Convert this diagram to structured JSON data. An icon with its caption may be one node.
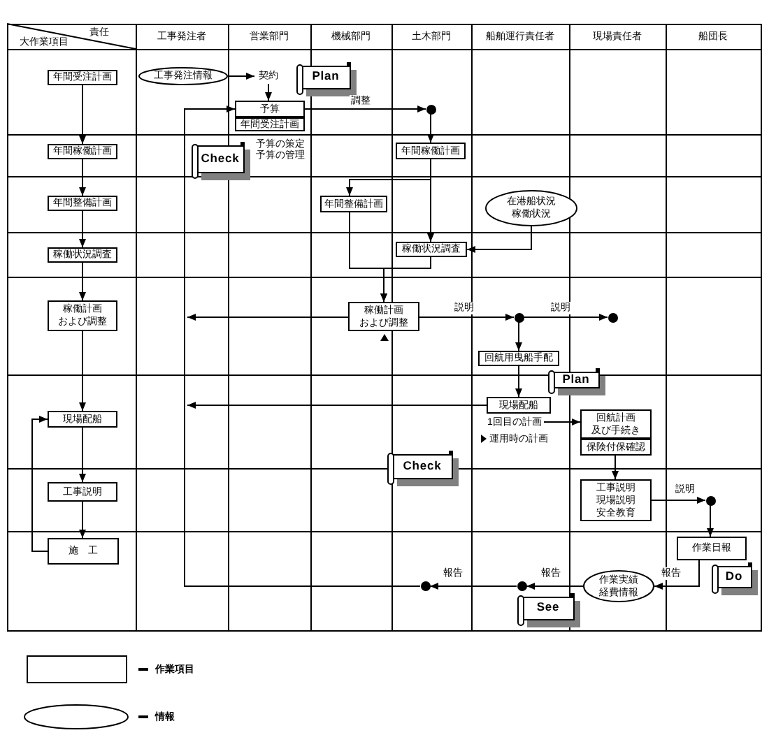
{
  "diagram": {
    "nodes": [
      {
        "text": [
          "年間受注計画"
        ]
      },
      {
        "text": [
          "工事発注情報"
        ]
      },
      {
        "text": [
          "契約"
        ]
      },
      {
        "text": [
          "Plan"
        ]
      },
      {
        "text": [
          "予算",
          "年間受注計画"
        ],
        "beside": [
          "予算の策定",
          "予算の管理"
        ]
      },
      {
        "text": [],
        "shape": "circle"
      },
      {
        "text": [
          "年間稼働計画"
        ]
      },
      {
        "text": [
          "Check"
        ]
      },
      {
        "text": [
          "年間稼働計画"
        ]
      },
      {
        "text": [
          "年間整備計画"
        ]
      },
      {
        "text": [
          "年間整備計画"
        ]
      },
      {
        "text": [
          "在港船状況稼働状況"
        ]
      },
      {
        "text": [
          "稼働状況調査"
        ]
      },
      {
        "text": [
          "稼働状況調査"
        ]
      },
      {
        "text": [
          "稼働計画および調整"
        ]
      },
      {
        "text": [
          "稼働計画および調整"
        ]
      },
      {
        "text": [],
        "shape": "circle"
      },
      {
        "text": [],
        "shape": "circle"
      },
      {
        "text": [
          "回航用曳船手配"
        ]
      },
      {
        "text": [
          "現場配船"
        ]
      },
      {
        "text": [
          "Plan"
        ]
      },
      {
        "text": [
          "現場配船"
        ]
      },
      {
        "text": [
          "1回目の計画"
        ]
      },
      {
        "text": [
          "回航計画及び手続き",
          "保険付保確認"
        ]
      },
      {
        "text": [
          "Check"
        ]
      },
      {
        "text": [
          "工事説明"
        ]
      },
      {
        "text": [
          "工事説明現場説明安全教育"
        ]
      },
      {
        "text": [],
        "shape": "circle"
      },
      {
        "text": [
          "施　工"
        ]
      },
      {
        "text": [
          "作業日報"
        ]
      },
      {
        "text": [
          "Do"
        ]
      },
      {
        "text": [],
        "shape": "circle"
      },
      {
        "text": [],
        "shape": "circle"
      },
      {
        "text": [
          "作業実績経費情報"
        ]
      },
      {
        "text": [
          "See"
        ]
      }
    ],
    "edges": [
      {
        "from": 1,
        "to": 2,
        "arrow": "to"
      },
      {
        "from": 2,
        "to": 4,
        "arrow": "to"
      },
      {
        "from": 4,
        "to": 5,
        "arrow": "to",
        "label": "調整"
      },
      {
        "from": 5,
        "to": 8,
        "arrow": "to"
      },
      {
        "from": 0,
        "to": 6,
        "arrow": "to"
      },
      {
        "from": 6,
        "to": 9,
        "arrow": "to"
      },
      {
        "from": 9,
        "to": 12,
        "arrow": "to"
      },
      {
        "from": 12,
        "to": 14,
        "arrow": "to"
      },
      {
        "from": 14,
        "to": 19,
        "arrow": "to"
      },
      {
        "from": 19,
        "to": 25,
        "arrow": "to"
      },
      {
        "from": 25,
        "to": 28,
        "arrow": "to"
      },
      {
        "from": 28,
        "to": 19,
        "arrow": "to"
      },
      {
        "from": 8,
        "to": 10,
        "arrow": "to"
      },
      {
        "from": 8,
        "to": 13,
        "arrow": "to"
      },
      {
        "from": 10,
        "to": 15,
        "arrow": "to"
      },
      {
        "from": 13,
        "to": 15,
        "arrow": "to"
      },
      {
        "from": 11,
        "to": 13,
        "arrow": "to"
      },
      {
        "from": 15,
        "to": 16,
        "arrow": "to",
        "label": "説明"
      },
      {
        "from": 16,
        "to": 17,
        "arrow": "to",
        "label": "説明"
      },
      {
        "from": 16,
        "to": 18,
        "arrow": "to"
      },
      {
        "from": 18,
        "to": 21,
        "arrow": "to"
      },
      {
        "from": 15,
        "to": null,
        "arrow": "to"
      },
      {
        "from": 21,
        "to": null,
        "arrow": "to"
      },
      {
        "from": 22,
        "to": 23,
        "arrow": "to"
      },
      {
        "from": 23,
        "to": 26,
        "arrow": "to"
      },
      {
        "from": 26,
        "to": 27,
        "arrow": "to",
        "label": "説明"
      },
      {
        "from": 27,
        "to": 29,
        "arrow": "to"
      },
      {
        "from": 29,
        "to": 33,
        "arrow": "to",
        "label": "報告"
      },
      {
        "from": 33,
        "to": 32,
        "arrow": "to",
        "label": "報告"
      },
      {
        "from": 32,
        "to": 31,
        "arrow": "to",
        "label": "報告"
      },
      {
        "from": 31,
        "to": 4,
        "arrow": "to"
      }
    ],
    "labels": [
      "責任",
      "大作業項目",
      "工事発注者",
      "営業部門",
      "機械部門",
      "土木部門",
      "船舶運行責任者",
      "現場責任者",
      "船団長",
      "運用時の計画"
    ],
    "legend": [
      {
        "text": "作業項目"
      },
      {
        "text": "情報"
      }
    ]
  }
}
